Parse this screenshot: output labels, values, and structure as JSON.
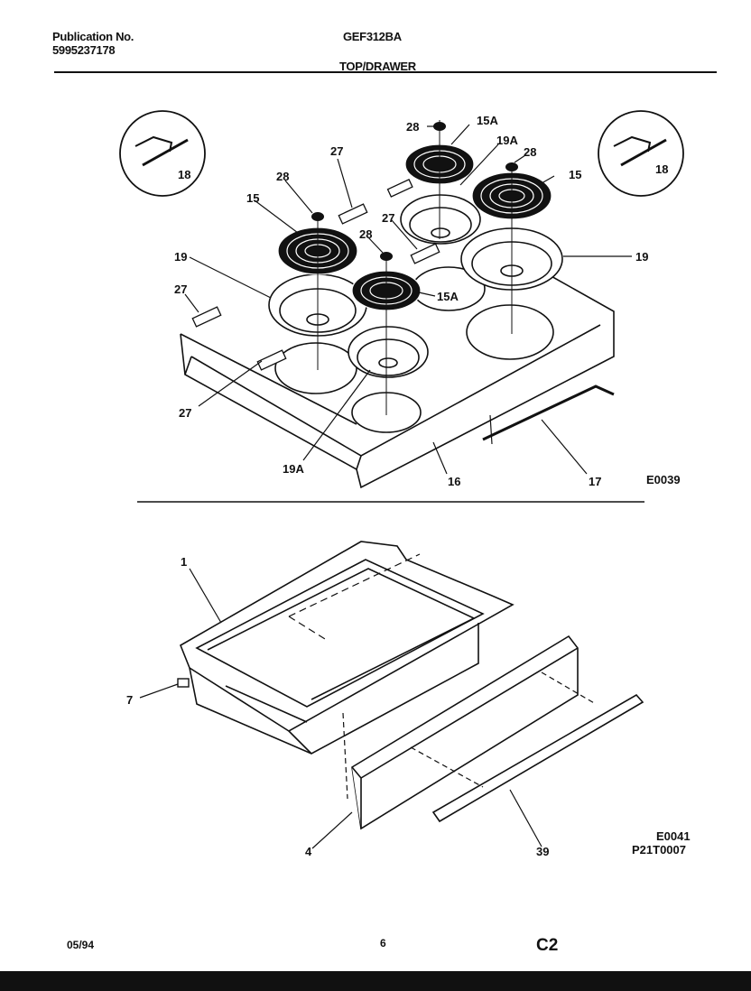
{
  "header": {
    "publication_label": "Publication No.",
    "publication_number": "5995237178",
    "model": "GEF312BA",
    "section": "TOP/DRAWER"
  },
  "top_diagram": {
    "code": "E0039",
    "callouts": {
      "c18_left": "18",
      "c18_right": "18",
      "c28_a": "28",
      "c15A_a": "15A",
      "c19A_a": "19A",
      "c28_b": "28",
      "c27_a": "27",
      "c28_c": "28",
      "c15_a": "15",
      "c15_b": "15",
      "c27_b": "27",
      "c28_d": "28",
      "c19_a": "19",
      "c19_b": "19",
      "c27_c": "27",
      "c15A_b": "15A",
      "c27_d": "27",
      "c19A_b": "19A",
      "c16": "16",
      "c17": "17"
    }
  },
  "bottom_diagram": {
    "code": "E0041",
    "code2": "P21T0007",
    "callouts": {
      "c1": "1",
      "c7": "7",
      "c4": "4",
      "c39": "39"
    }
  },
  "footer": {
    "date": "05/94",
    "page": "6",
    "code": "C2"
  }
}
